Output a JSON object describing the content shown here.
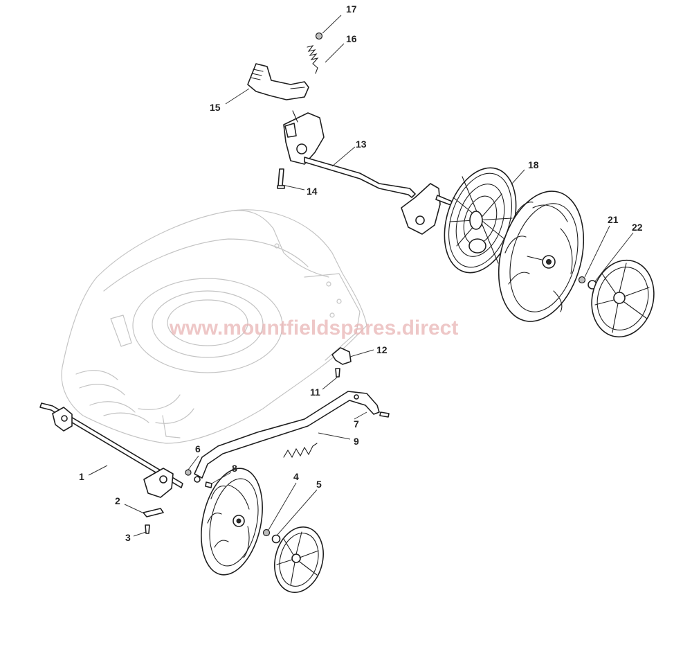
{
  "watermark": "www.mountfieldspares.direct",
  "callouts": {
    "c1": "1",
    "c2": "2",
    "c3": "3",
    "c4": "4",
    "c5": "5",
    "c6": "6",
    "c7": "7",
    "c8": "8",
    "c9": "9",
    "c11": "11",
    "c12": "12",
    "c13": "13",
    "c14": "14",
    "c15": "15",
    "c16": "16",
    "c17": "17",
    "c18": "18",
    "c21": "21",
    "c22": "22"
  },
  "colors": {
    "line": "#1e1e1e",
    "ghost_outline": "#c4c4c4",
    "watermark": "#e8b4b4"
  }
}
